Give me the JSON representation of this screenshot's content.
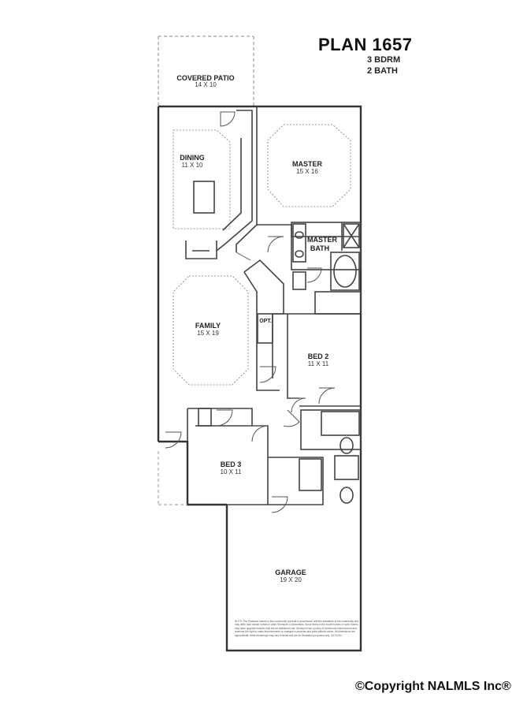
{
  "plan": {
    "title": "PLAN 1657",
    "bedrooms": "3 BDRM",
    "baths": "2 BATH"
  },
  "rooms": {
    "covered_patio": {
      "name": "COVERED PATIO",
      "size": "14 X 10"
    },
    "dining": {
      "name": "DINING",
      "size": "11 X 10"
    },
    "master": {
      "name": "MASTER",
      "size": "15 X 16"
    },
    "master_bath": {
      "name_line1": "MASTER",
      "name_line2": "BATH"
    },
    "family": {
      "name": "FAMILY",
      "size": "15 X 19"
    },
    "opt": {
      "name": "OPT."
    },
    "bed2": {
      "name": "BED 2",
      "size": "11 X 11"
    },
    "bed3": {
      "name": "BED 3",
      "size": "10 X 11"
    },
    "garage": {
      "name": "GARAGE",
      "size": "19 X 20"
    }
  },
  "note": "NOTE: The Enclaved homes in this community are built in accordance with the standards of the community and may differ from similar homes in other Stoneport Communities. Some items in the model homes or spec homes may have upgrade features that are an additional cost. Stoneport has a policy of continuous improvement and reserves the right to make improvements or changes in products and price without notice. All dimensions are approximate. Artist renderings may vary in detail and are for illustration purposes only. 3/17/2014",
  "copyright": "©Copyright NALMLS Inc®"
}
